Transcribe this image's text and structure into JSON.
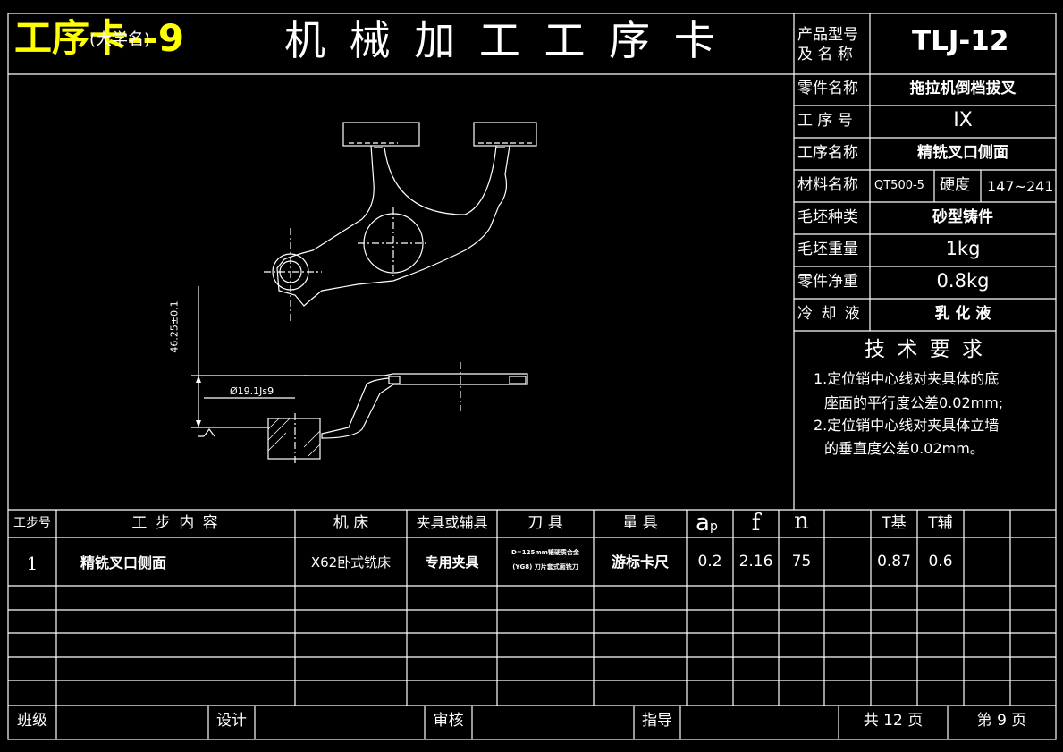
{
  "header": {
    "card_number": "工序卡--9",
    "overlay_text": "(大学名)",
    "title": "机 械 加 工 工 序 卡",
    "product_label": "产品型号\n及 名 称",
    "product_value": "TLJ-12"
  },
  "info": {
    "part_name_label": "零件名称",
    "part_name_value": "拖拉机倒档拔叉",
    "op_no_label": "工 序 号",
    "op_no_value": "IX",
    "op_name_label": "工序名称",
    "op_name_value": "精铣叉口侧面",
    "material_label": "材料名称",
    "material_value": "QT500-5",
    "hardness_label": "硬度",
    "hardness_value": "147~241",
    "blank_type_label": "毛坯种类",
    "blank_type_value": "砂型铸件",
    "blank_weight_label": "毛坯重量",
    "blank_weight_value": "1kg",
    "net_weight_label": "零件净重",
    "net_weight_value": "0.8kg",
    "coolant_label": "冷 却 液",
    "coolant_value": "乳 化 液"
  },
  "requirements": {
    "title": "技 术 要 求",
    "line1": "1.定位销中心线对夹具体的底",
    "line2": "座面的平行度公差0.02mm;",
    "line3": "2.定位销中心线对夹具体立墙",
    "line4": "的垂直度公差0.02mm。"
  },
  "drawing": {
    "dim_height": "46.25±0.1",
    "dim_dia": "Ø19.1Js9"
  },
  "table": {
    "headers": {
      "step_no": "工步号",
      "content": "工 步 内 容",
      "machine": "机  床",
      "fixture": "夹具或辅具",
      "tool": "刀  具",
      "gauge": "量  具",
      "ap": "a",
      "ap_sub": "p",
      "f": "f",
      "n": "n",
      "t_base": "T基",
      "t_aux": "T辅"
    },
    "rows": [
      {
        "step": "1",
        "content": "精铣叉口侧面",
        "machine": "X62卧式铣床",
        "fixture": "专用夹具",
        "tool_line1": "D=125mm镶硬质合金",
        "tool_line2": "(YG8) 刀片套式面铣刀",
        "gauge": "游标卡尺",
        "ap": "0.2",
        "f": "2.16",
        "n": "75",
        "t_base": "0.87",
        "t_aux": "0.6"
      }
    ]
  },
  "footer": {
    "class_label": "班级",
    "design_label": "设计",
    "review_label": "审核",
    "guide_label": "指导",
    "total_pages": "共 12 页",
    "page_no": "第 9 页"
  }
}
